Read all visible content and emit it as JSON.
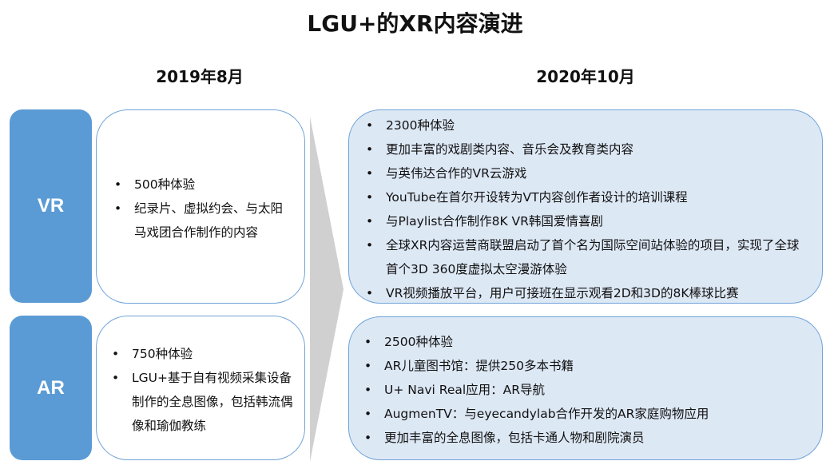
{
  "title": "LGU+的XR内容演进",
  "periods": {
    "before": "2019年8月",
    "after": "2020年10月"
  },
  "rows": {
    "vr": {
      "label": "VR",
      "before": [
        "500种体验",
        "纪录片、虚拟约会、与太阳马戏团合作制作的内容"
      ],
      "after": [
        "2300种体验",
        "更加丰富的戏剧类内容、音乐会及教育类内容",
        "与英伟达合作的VR云游戏",
        "YouTube在首尔开设转为VT内容创作者设计的培训课程",
        "与Playlist合作制作8K VR韩国爱情喜剧",
        "全球XR内容运营商联盟启动了首个名为国际空间站体验的项目，实现了全球首个3D 360度虚拟太空漫游体验",
        "VR视频播放平台，用户可接班在显示观看2D和3D的8K棒球比赛"
      ]
    },
    "ar": {
      "label": "AR",
      "before": [
        "750种体验",
        "LGU+基于自有视频采集设备制作的全息图像，包括韩流偶像和瑜伽教练"
      ],
      "after": [
        "2500种体验",
        "AR儿童图书馆：提供250多本书籍",
        "U+ Navi Real应用：AR导航",
        "AugmenTV：与eyecandylab合作开发的AR家庭购物应用",
        "更加丰富的全息图像，包括卡通人物和剧院演员"
      ]
    }
  },
  "bullet": "•",
  "colors": {
    "label_fill": "#5b9bd5",
    "after_fill": "#dde8f5",
    "border": "#6fa3d8",
    "arrow": "#d0d0d0"
  }
}
